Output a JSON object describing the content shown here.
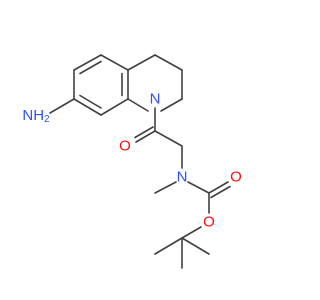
{
  "molecule": {
    "atoms": {
      "nh2": {
        "text": "NH",
        "sub": "2"
      },
      "n_ring": {
        "text": "N"
      },
      "o_carbonyl1": {
        "text": "O"
      },
      "n_carbamate": {
        "text": "N"
      },
      "o_carbonyl2": {
        "text": "O"
      },
      "o_ester": {
        "text": "O"
      }
    },
    "colors": {
      "carbon_bond": "#404040",
      "nitrogen": "#3050f8",
      "oxygen": "#ff0d0d",
      "background": "#ffffff"
    }
  }
}
